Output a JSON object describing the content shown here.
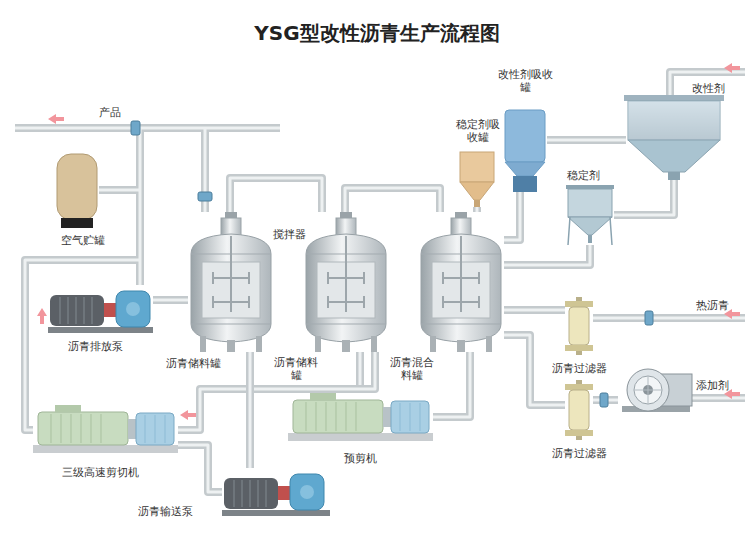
{
  "diagram": {
    "title": "YSG型改性沥青生产流程图",
    "nodes": [
      {
        "text": [
          "改性剂吸收罐"
        ]
      },
      {
        "text": [
          "稳定剂吸收罐"
        ]
      },
      {
        "text": [
          "稳定剂"
        ]
      },
      {
        "text": [
          "空气贮罐"
        ]
      },
      {
        "text": [
          "沥青储料罐"
        ]
      },
      {
        "text": [
          "沥青储料罐"
        ]
      },
      {
        "text": [
          "沥青混合料罐"
        ]
      },
      {
        "text": [
          "沥青过滤器"
        ]
      },
      {
        "text": [
          "沥青排放泵"
        ]
      },
      {
        "text": [
          "沥青过滤器"
        ]
      },
      {
        "text": [
          "预剪机"
        ]
      },
      {
        "text": [
          "三级高速剪切机"
        ]
      },
      {
        "text": [
          "沥青输送泵"
        ]
      }
    ],
    "edges": [
      {
        "from": 0,
        "to": 6,
        "arrow": "none"
      },
      {
        "from": 1,
        "to": 6,
        "arrow": "none"
      },
      {
        "from": 2,
        "to": 6,
        "arrow": "none"
      },
      {
        "from": 7,
        "to": 6,
        "arrow": "none"
      },
      {
        "from": 9,
        "to": 6,
        "arrow": "none"
      },
      {
        "from": 6,
        "to": 10,
        "arrow": "none"
      },
      {
        "from": 10,
        "to": 5,
        "arrow": "none"
      },
      {
        "from": 5,
        "to": 11,
        "arrow": "none"
      },
      {
        "from": 4,
        "to": 8,
        "arrow": "none"
      },
      {
        "from": 11,
        "to": 12,
        "arrow": "none"
      },
      {
        "from": 12,
        "to": 4,
        "arrow": "none"
      },
      {
        "from": 6,
        "to": 5,
        "arrow": "none"
      },
      {
        "from": 5,
        "to": 4,
        "arrow": "none"
      }
    ],
    "labels": [
      "产品",
      "搅拌器",
      "改性剂",
      "热沥青",
      "添加剂"
    ]
  }
}
